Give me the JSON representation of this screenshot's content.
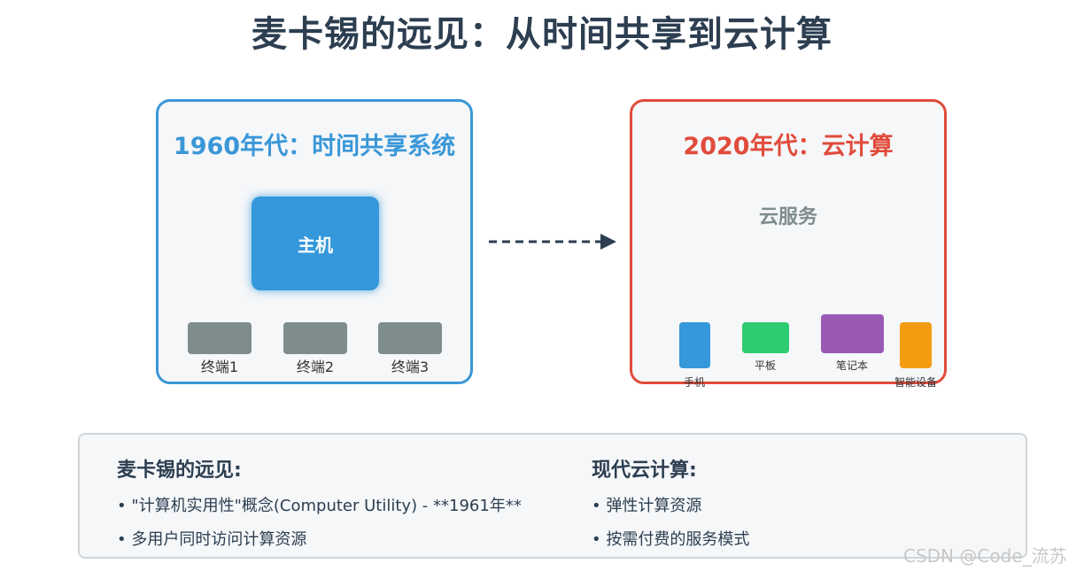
{
  "title": "麦卡锡的远见：从时间共享到云计算",
  "left_panel": {
    "title": "1960年代：时间共享系统",
    "mainframe_label": "主机",
    "terminals": [
      "终端1",
      "终端2",
      "终端3"
    ]
  },
  "right_panel": {
    "title": "2020年代：云计算",
    "cloud_label": "云服务",
    "devices": [
      {
        "label": "手机",
        "color": "#3498db"
      },
      {
        "label": "平板",
        "color": "#2ecc71"
      },
      {
        "label": "笔记本",
        "color": "#9b59b6"
      },
      {
        "label": "智能设备",
        "color": "#f39c12"
      }
    ]
  },
  "info": {
    "left": {
      "heading": "麦卡锡的远见:",
      "items": [
        "• \"计算机实用性\"概念(Computer Utility) - **1961年**",
        "• 多用户同时访问计算资源"
      ]
    },
    "right": {
      "heading": "现代云计算:",
      "items": [
        "• 弹性计算资源",
        "• 按需付费的服务模式"
      ]
    }
  },
  "colors": {
    "left_accent": "#3a97d8",
    "right_accent": "#e14b3b",
    "terminal": "#7f8c8d",
    "text_dark": "#2c3e50"
  },
  "watermark": "CSDN @Code_流苏"
}
